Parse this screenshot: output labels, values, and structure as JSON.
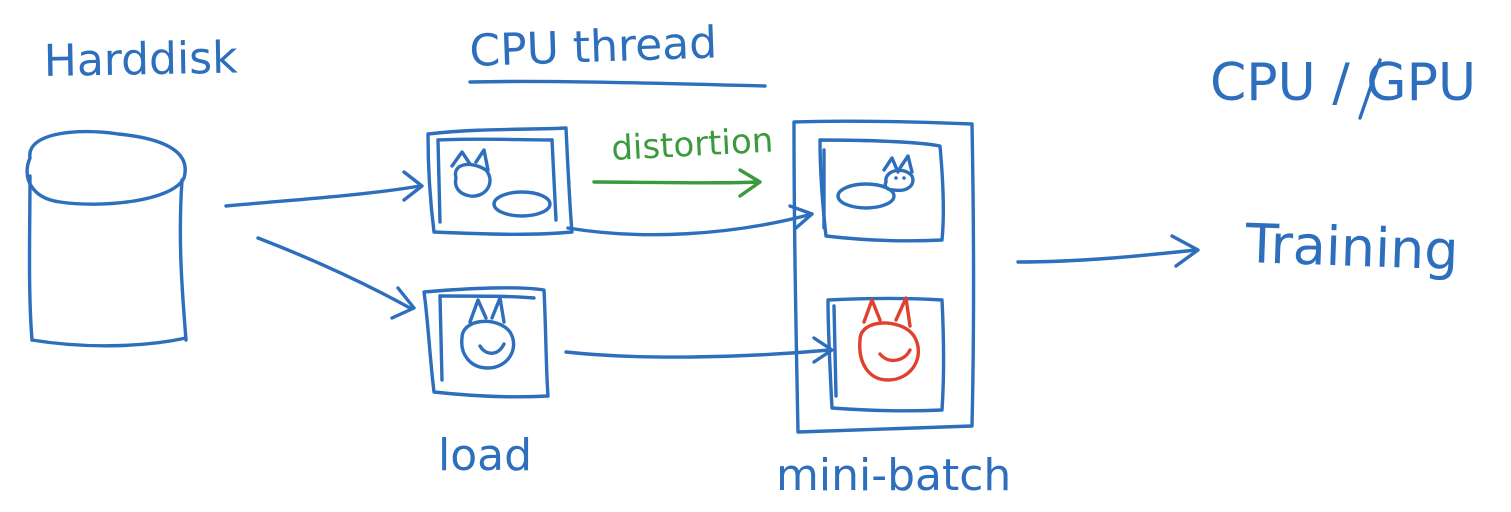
{
  "labels": {
    "harddisk": "Harddisk",
    "cpu_thread": "CPU thread",
    "cpu_gpu": "CPU / GPU",
    "training": "Training",
    "distortion": "distortion",
    "load": "load",
    "mini_batch": "mini-batch"
  },
  "colors": {
    "ink_blue": "#2d6fbd",
    "ink_green": "#3a9a3e",
    "ink_red": "#e0402e",
    "background": "#ffffff"
  }
}
